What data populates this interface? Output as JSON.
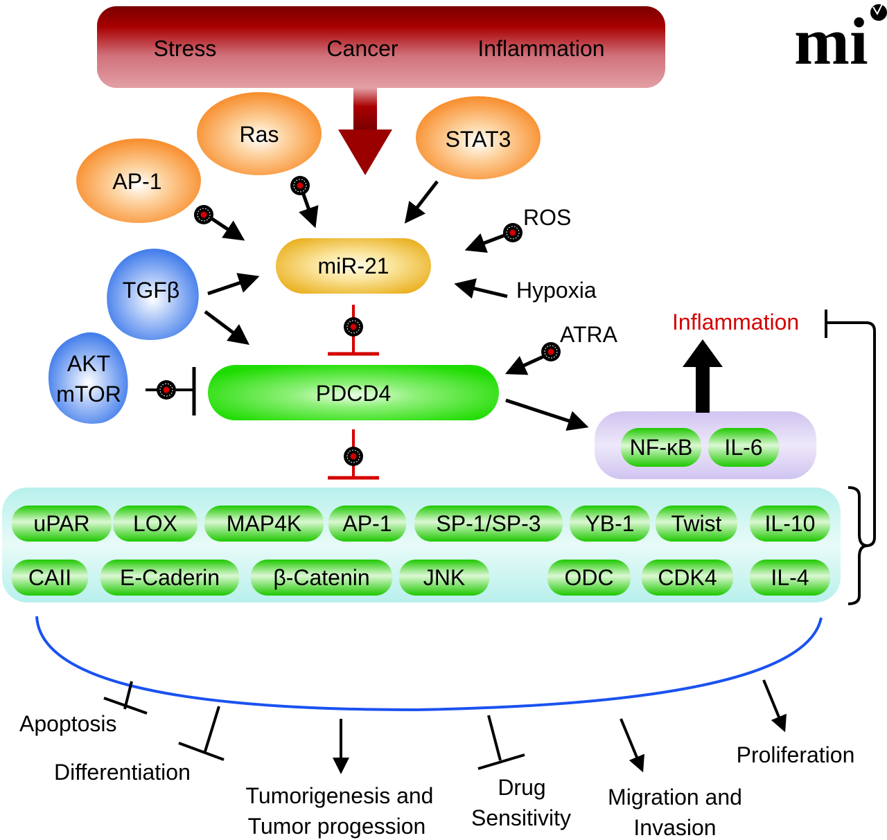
{
  "logo": {
    "text": "mi"
  },
  "banner": {
    "labels": [
      "Stress",
      "Cancer",
      "Inflammation"
    ],
    "color_dark": "#8b0000",
    "color_light": "#e09aa0"
  },
  "upstream": {
    "ras": "Ras",
    "ap1": "AP-1",
    "stat3": "STAT3",
    "tgfb": "TGFβ",
    "akt_line1": "AKT",
    "akt_line2": "mTOR",
    "ros": "ROS",
    "hypoxia": "Hypoxia",
    "atra": "ATRA"
  },
  "core": {
    "mir21": "miR-21",
    "pdcd4": "PDCD4"
  },
  "nfkb_complex": {
    "items": [
      "NF-κB",
      "IL-6"
    ],
    "output": "Inflammation",
    "output_color": "#d40000"
  },
  "targets": {
    "row1": [
      "uPAR",
      "LOX",
      "MAP4K",
      "AP-1",
      "SP-1/SP-3",
      "YB-1",
      "Twist",
      "IL-10"
    ],
    "row2": [
      "CAII",
      "E-Caderin",
      "β-Catenin",
      "JNK",
      "ODC",
      "CDK4",
      "IL-4"
    ]
  },
  "outcomes": {
    "apoptosis": "Apoptosis",
    "differentiation": "Differentiation",
    "tumor_line1": "Tumorigenesis and",
    "tumor_line2": "Tumor progession",
    "drug_line1": "Drug",
    "drug_line2": "Sensitivity",
    "migration_line1": "Migration and",
    "migration_line2": "Invasion",
    "proliferation": "Proliferation"
  }
}
